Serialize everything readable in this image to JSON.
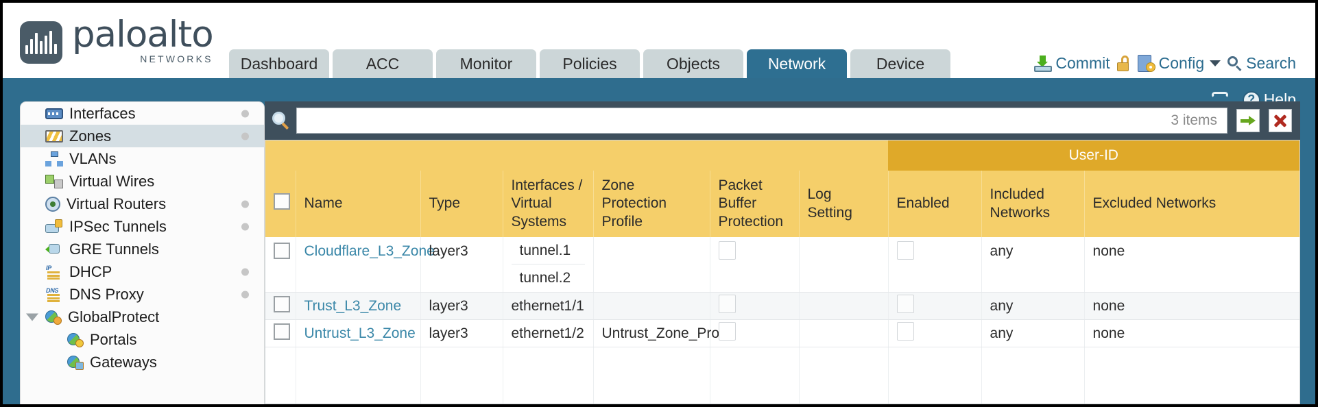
{
  "brand": {
    "name": "paloalto",
    "tagline": "NETWORKS",
    "registered": "®"
  },
  "nav": {
    "tabs": [
      {
        "label": "Dashboard",
        "active": false
      },
      {
        "label": "ACC",
        "active": false
      },
      {
        "label": "Monitor",
        "active": false
      },
      {
        "label": "Policies",
        "active": false
      },
      {
        "label": "Objects",
        "active": false
      },
      {
        "label": "Network",
        "active": true
      },
      {
        "label": "Device",
        "active": false
      }
    ]
  },
  "top_actions": {
    "commit": "Commit",
    "config": "Config",
    "search": "Search",
    "lock_icon": "lock-icon",
    "caret_icon": "chevron-down-icon"
  },
  "utility_bar": {
    "refresh_icon": "refresh-icon",
    "help": "Help",
    "help_icon": "help-icon"
  },
  "sidebar": {
    "items": [
      {
        "label": "Interfaces",
        "icon": "interfaces-icon",
        "dot": true,
        "selected": false,
        "child": false,
        "twisty": false
      },
      {
        "label": "Zones",
        "icon": "zones-icon",
        "dot": true,
        "selected": true,
        "child": false,
        "twisty": false
      },
      {
        "label": "VLANs",
        "icon": "vlans-icon",
        "dot": false,
        "selected": false,
        "child": false,
        "twisty": false
      },
      {
        "label": "Virtual Wires",
        "icon": "virtual-wires-icon",
        "dot": false,
        "selected": false,
        "child": false,
        "twisty": false
      },
      {
        "label": "Virtual Routers",
        "icon": "virtual-routers-icon",
        "dot": true,
        "selected": false,
        "child": false,
        "twisty": false
      },
      {
        "label": "IPSec Tunnels",
        "icon": "ipsec-tunnels-icon",
        "dot": true,
        "selected": false,
        "child": false,
        "twisty": false
      },
      {
        "label": "GRE Tunnels",
        "icon": "gre-tunnels-icon",
        "dot": false,
        "selected": false,
        "child": false,
        "twisty": false
      },
      {
        "label": "DHCP",
        "icon": "dhcp-icon",
        "dot": true,
        "selected": false,
        "child": false,
        "twisty": false
      },
      {
        "label": "DNS Proxy",
        "icon": "dns-proxy-icon",
        "dot": true,
        "selected": false,
        "child": false,
        "twisty": false
      },
      {
        "label": "GlobalProtect",
        "icon": "globalprotect-icon",
        "dot": false,
        "selected": false,
        "child": false,
        "twisty": true
      },
      {
        "label": "Portals",
        "icon": "portals-icon",
        "dot": false,
        "selected": false,
        "child": true,
        "twisty": false
      },
      {
        "label": "Gateways",
        "icon": "gateways-icon",
        "dot": false,
        "selected": false,
        "child": true,
        "twisty": false
      }
    ]
  },
  "filter": {
    "search_icon": "search-icon",
    "value": "",
    "item_count": "3 items",
    "apply_icon": "green-arrow-icon",
    "clear_icon": "red-x-icon"
  },
  "table": {
    "group_header": {
      "label": "User-ID",
      "color": "#dfa929"
    },
    "columns": [
      "Name",
      "Type",
      "Interfaces / Virtual Systems",
      "Zone Protection Profile",
      "Packet Buffer Protection",
      "Log Setting",
      "Enabled",
      "Included Networks",
      "Excluded Networks"
    ],
    "rows": [
      {
        "name": "Cloudflare_L3_Zone",
        "type": "layer3",
        "interfaces": [
          "tunnel.1",
          "tunnel.2"
        ],
        "zone_protection_profile": "",
        "packet_buffer_protection": false,
        "log_setting": "",
        "userid_enabled": false,
        "included_networks": "any",
        "excluded_networks": "none"
      },
      {
        "name": "Trust_L3_Zone",
        "type": "layer3",
        "interfaces": [
          "ethernet1/1"
        ],
        "zone_protection_profile": "",
        "packet_buffer_protection": false,
        "log_setting": "",
        "userid_enabled": false,
        "included_networks": "any",
        "excluded_networks": "none"
      },
      {
        "name": "Untrust_L3_Zone",
        "type": "layer3",
        "interfaces": [
          "ethernet1/2"
        ],
        "zone_protection_profile": "Untrust_Zone_Prof",
        "packet_buffer_protection": false,
        "log_setting": "",
        "userid_enabled": false,
        "included_networks": "any",
        "excluded_networks": "none"
      }
    ]
  },
  "colors": {
    "brand_teal": "#2f6d8e",
    "header_amber": "#f5cf6a",
    "group_amber": "#dfa929",
    "link_blue": "#3a87a8",
    "panel_slate": "#3e4f5c"
  }
}
